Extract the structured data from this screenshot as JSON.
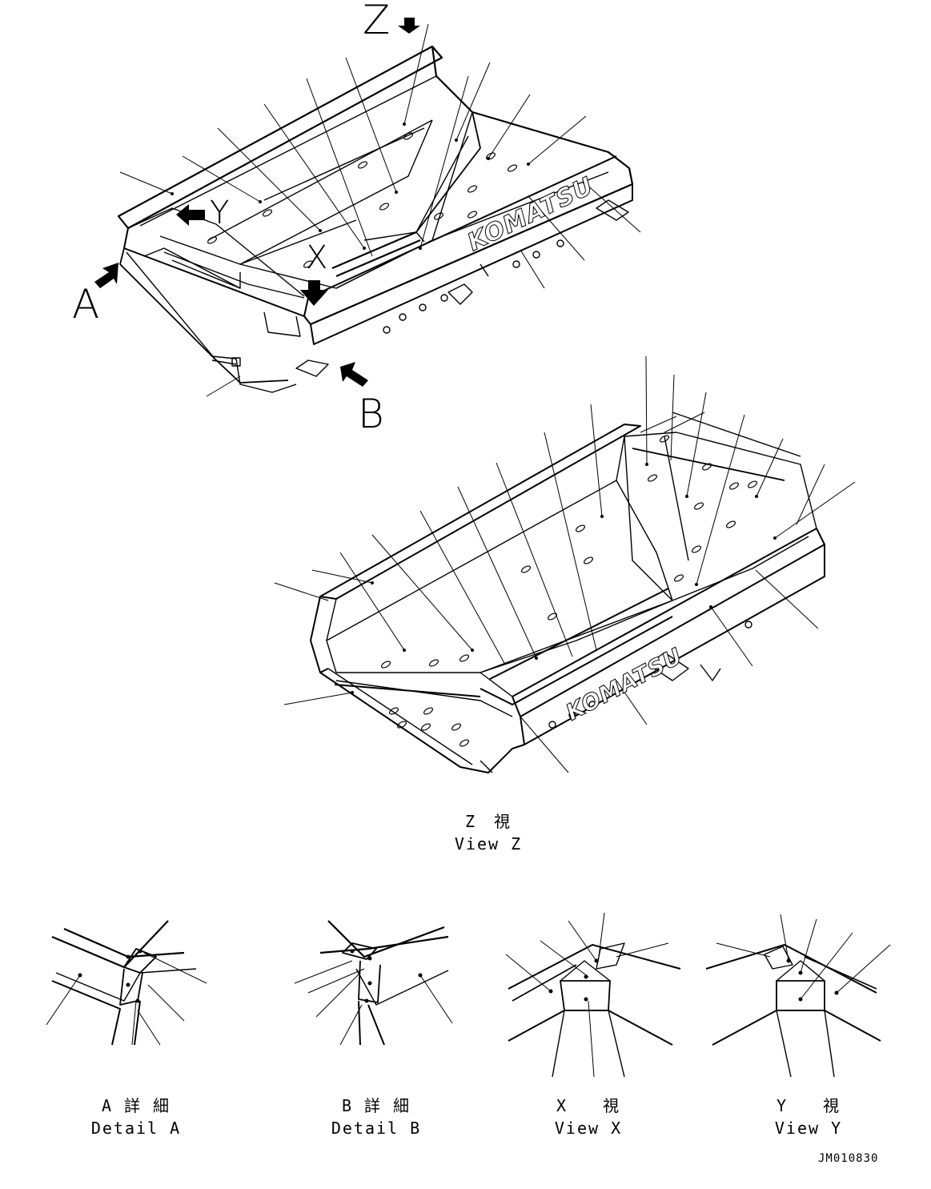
{
  "markers": {
    "a": "A",
    "b": "B",
    "x": "X",
    "y": "Y",
    "z": "Z"
  },
  "brand": "KOMATSU",
  "captions": {
    "view_z": {
      "jp": "Z　視",
      "en": "View Z"
    },
    "detail_a": {
      "jp": "A 詳 細",
      "en": "Detail A"
    },
    "detail_b": {
      "jp": "B 詳 細",
      "en": "Detail B"
    },
    "view_x": {
      "jp": "X　　視",
      "en": "View X"
    },
    "view_y": {
      "jp": "Y　　視",
      "en": "View Y"
    }
  },
  "drawing_code": "JM010830"
}
